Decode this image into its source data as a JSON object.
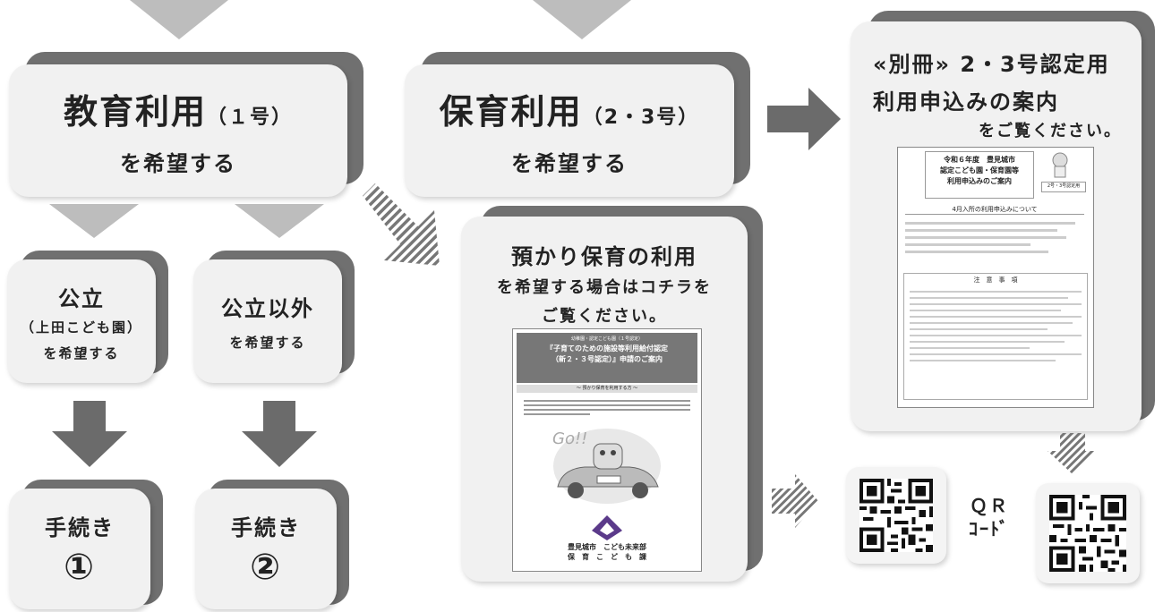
{
  "education": {
    "title": "教育利用",
    "suffix": "（１号）",
    "desire": "を希望する"
  },
  "childcare": {
    "title": "保育利用",
    "suffix": "（2・3号）",
    "desire": "を希望する"
  },
  "public": {
    "title": "公立",
    "sub": "（上田こども園）",
    "desire": "を希望する"
  },
  "nonpublic": {
    "title": "公立以外",
    "desire": "を希望する"
  },
  "procedure1": {
    "label": "手続き",
    "number": "①"
  },
  "procedure2": {
    "label": "手続き",
    "number": "②"
  },
  "bessatsu": {
    "line1": "«別冊» 2・3号認定用",
    "line2": "利用申込みの案内",
    "line3": "をご覧ください。"
  },
  "azukari": {
    "line1": "預かり保育の利用",
    "line2": "を希望する場合はコチラを",
    "line3": "ご覧ください。"
  },
  "doc1": {
    "header": "令和６年度　豊見城市\n認定こども園・保育園等\n利用申込みのご案内",
    "badge": "2号・3号認定用",
    "section": "4月入所の利用申込みについて",
    "notes_title": "注　意　事　項"
  },
  "doc2": {
    "small": "幼稚園・認定こども園（１号認定）",
    "title": "『子育てのための施設等利用給付認定\n（新２・３号認定）』申請のご案内",
    "sub": "～ 預かり保育を利用する方 ～",
    "footer": "豊見城市　こども未来部\n保　育　こ　ど　も　課"
  },
  "qr_label": "ＱＲ\nｺｰﾄﾞ",
  "colors": {
    "arrow": "#6b6b6b",
    "triangle": "#bdbdbd",
    "box": "#f1f1f1",
    "shadow": "#707070"
  }
}
